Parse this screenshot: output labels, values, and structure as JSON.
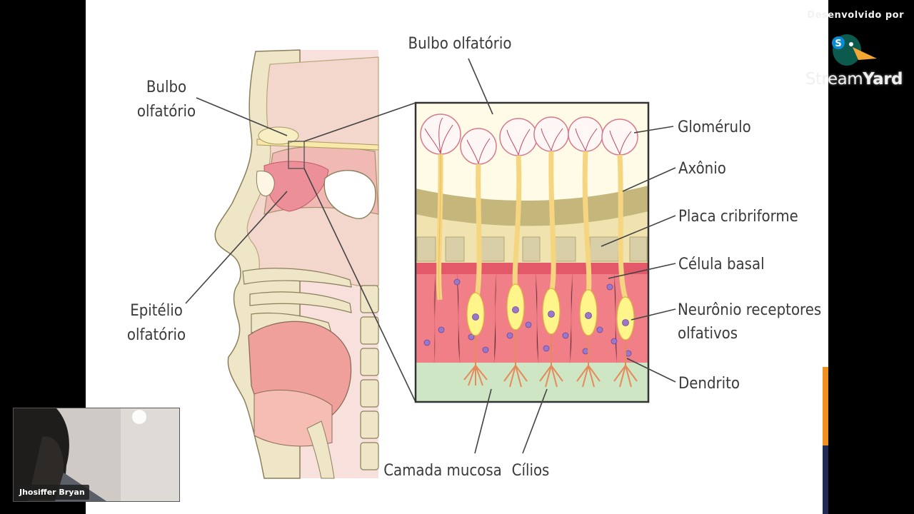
{
  "labels": {
    "bulbo_left": [
      "Bulbo",
      "olfatório"
    ],
    "epitelio": [
      "Epitélio",
      "olfatório"
    ],
    "bulbo_top": "Bulbo olfatório",
    "glomerulo": "Glomérulo",
    "axonio": "Axônio",
    "placa": "Placa cribriforme",
    "celula_basal": "Célula basal",
    "neuronio": [
      "Neurônio receptores",
      "olfativos"
    ],
    "dendrito": "Dendrito",
    "camada": "Camada mucosa",
    "cilios": "Cílios"
  },
  "branding": {
    "caption": "Desenvolvido por",
    "name_light": "Stream",
    "name_bold": "Yard"
  },
  "webcam": {
    "participant": "Jhosiffer Bryan"
  },
  "colors": {
    "bone": "#efe6c8",
    "tissue": "#f3c9c0",
    "mucosa": "#f07f88",
    "axon": "#f8d98a",
    "plate": "#b8a870",
    "mucus_layer": "#cfe6c4",
    "accent_orange": "#f0901e",
    "accent_navy": "#1f2a55"
  }
}
